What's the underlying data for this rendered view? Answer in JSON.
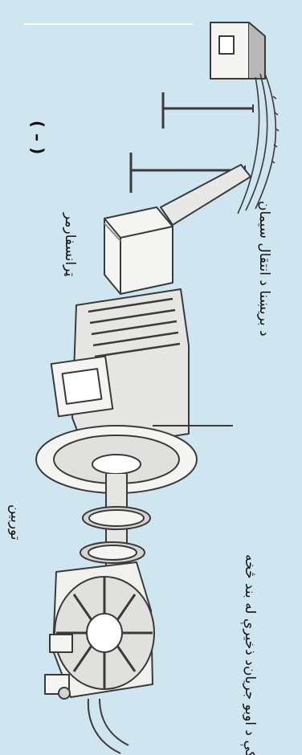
{
  "figure": {
    "number": "( – )",
    "labels": {
      "transmission": "د بریښنا د انتقال سیمان",
      "transformer": "ټرانسفارمر",
      "turbine": "توربین",
      "water_flow": [
        "په نل کې د اوبو جریان",
        "د ذخیرې له بند څخه"
      ]
    }
  },
  "colors": {
    "background": "#cfe6f0",
    "line": "#3a3a3a",
    "fill_light": "#f4f4f2",
    "fill_dark": "#b8b8b8"
  }
}
